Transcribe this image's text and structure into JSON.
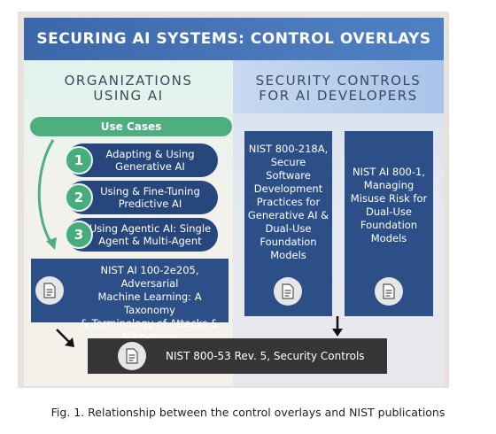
{
  "banner": {
    "title": "SECURING AI SYSTEMS: CONTROL OVERLAYS"
  },
  "left_column": {
    "heading": "ORGANIZATIONS\nUSING AI",
    "use_cases_label": "Use Cases",
    "use_cases": [
      {
        "number": "1",
        "label": "Adapting & Using\nGenerative AI"
      },
      {
        "number": "2",
        "label": "Using & Fine-Tuning\nPredictive AI"
      },
      {
        "number": "3",
        "label": "Using Agentic AI: Single\nAgent & Multi-Agent"
      }
    ],
    "publication": "NIST AI 100-2e205, Adversarial\nMachine Learning: A Taxonomy\n& Terminology of Attacks &\nMitigations"
  },
  "right_column": {
    "heading": "SECURITY CONTROLS\nFOR AI DEVELOPERS",
    "publications": [
      "NIST 800-218A,\nSecure\nSoftware\nDevelopment\nPractices for\nGenerative AI &\nDual-Use\nFoundation\nModels",
      "NIST AI 800-1,\nManaging\nMisuse Risk for\nDual-Use\nFoundation\nModels"
    ]
  },
  "bottom": {
    "label": "NIST 800-53 Rev. 5, Security Controls"
  },
  "caption": "Fig. 1. Relationship between the control overlays and NIST publications",
  "icons": {
    "document": "document-icon",
    "arrow": "arrow-icon"
  },
  "colors": {
    "banner": "#3b67aa",
    "dark_blue": "#27477c",
    "green": "#4fae80",
    "bar": "#363636"
  }
}
